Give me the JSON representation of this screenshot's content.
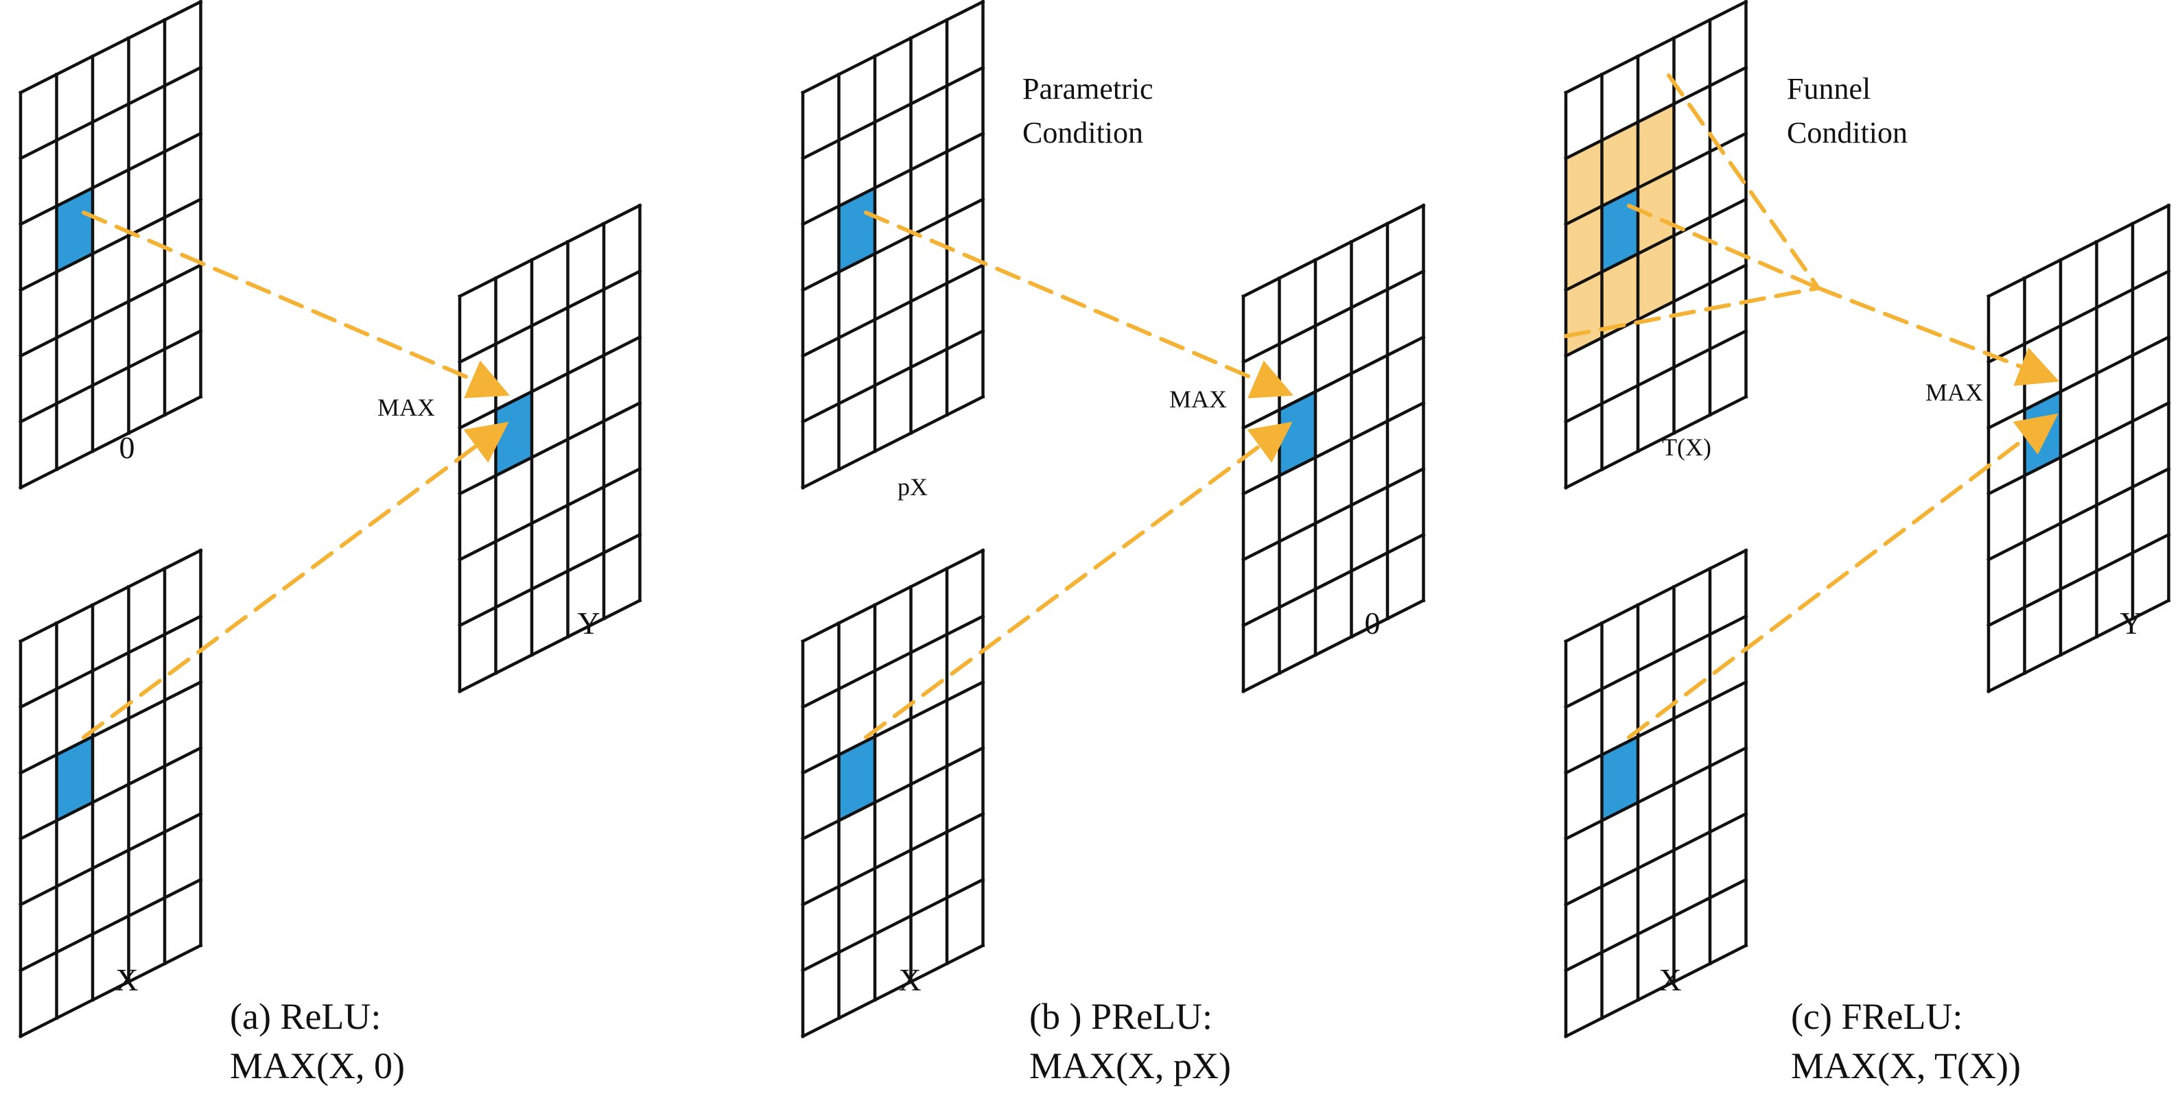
{
  "colors": {
    "grid_line": "#111111",
    "highlight_cell": "#2f9ad8",
    "funnel_region": "#f8d38e",
    "arrow": "#f5b335",
    "background": "#ffffff"
  },
  "panels": [
    {
      "id": "relu",
      "top_grid_label": "0",
      "bottom_grid_label": "X",
      "output_grid_label": "Y",
      "operator_label": "MAX",
      "condition_label_line1": "",
      "condition_label_line2": "",
      "caption_line1": "(a) ReLU:",
      "caption_line2": "MAX(X, 0)"
    },
    {
      "id": "prelu",
      "top_grid_label": "pX",
      "bottom_grid_label": "X",
      "output_grid_label": "0",
      "operator_label": "MAX",
      "condition_label_line1": "Parametric",
      "condition_label_line2": "Condition",
      "caption_line1": "(b ) PReLU:",
      "caption_line2": "MAX(X, pX)"
    },
    {
      "id": "frelu",
      "top_grid_label": "T(X)",
      "bottom_grid_label": "X",
      "output_grid_label": "Y",
      "operator_label": "MAX",
      "condition_label_line1": "Funnel",
      "condition_label_line2": "Condition",
      "caption_line1": "(c) FReLU:",
      "caption_line2": "MAX(X, T(X))"
    }
  ]
}
